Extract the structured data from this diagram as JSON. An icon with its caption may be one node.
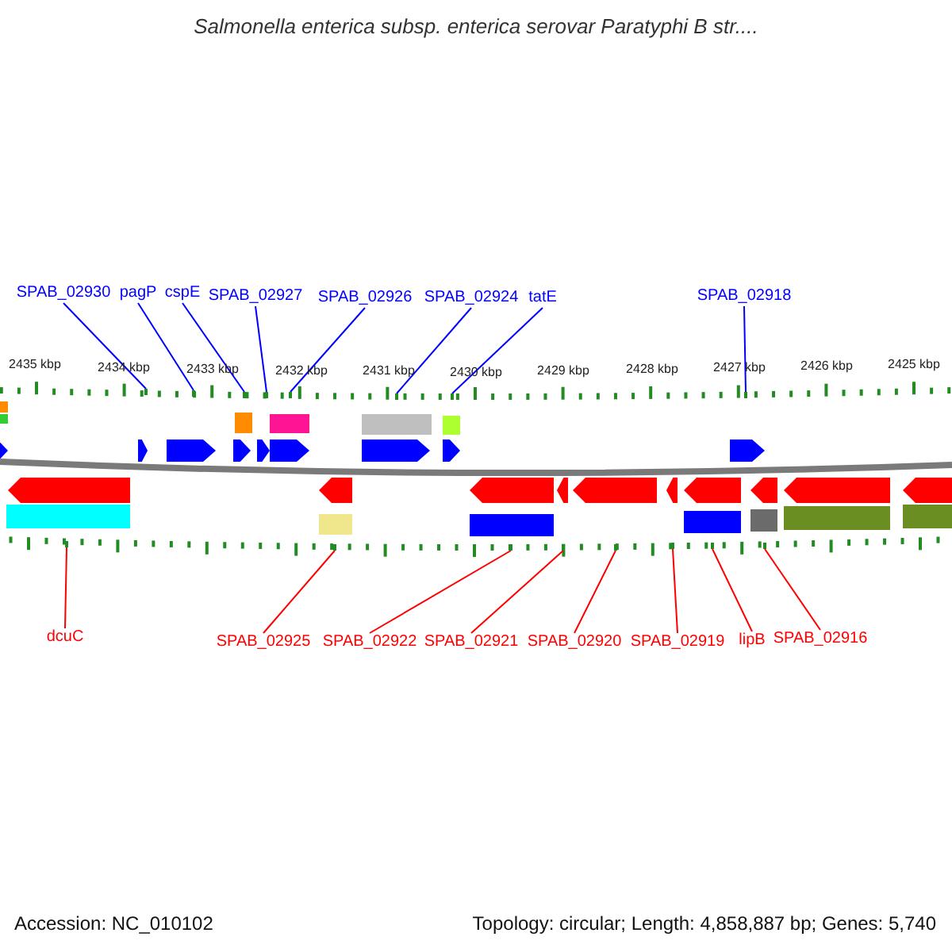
{
  "diagram": {
    "title": "Salmonella enterica subsp. enterica serovar Paratyphi B str....",
    "nodes": [
      {
        "text": [
          "SPAB_02930"
        ]
      },
      {
        "text": [
          "pagP"
        ]
      },
      {
        "text": [
          "cspE"
        ]
      },
      {
        "text": [
          "SPAB_02927"
        ]
      },
      {
        "text": [
          "SPAB_02926"
        ]
      },
      {
        "text": [
          "SPAB_02924"
        ]
      },
      {
        "text": [
          "tatE"
        ]
      },
      {
        "text": [
          "SPAB_02918"
        ]
      },
      {
        "text": [
          "dcuC"
        ]
      },
      {
        "text": [
          "SPAB_02925"
        ]
      },
      {
        "text": [
          "SPAB_02922"
        ]
      },
      {
        "text": [
          "SPAB_02921"
        ]
      },
      {
        "text": [
          "SPAB_02920"
        ]
      },
      {
        "text": [
          "SPAB_02919"
        ]
      },
      {
        "text": [
          "lipB"
        ]
      },
      {
        "text": [
          "SPAB_02916"
        ]
      },
      {
        "text": [],
        "shape": "bar"
      },
      {
        "text": [],
        "shape": "bar"
      },
      {
        "text": [],
        "shape": "bar"
      },
      {
        "text": [],
        "shape": "bar"
      },
      {
        "text": [],
        "shape": "bar"
      },
      {
        "text": [],
        "shape": "bar"
      },
      {
        "text": [],
        "shape": "bar"
      },
      {
        "text": [],
        "shape": "bar"
      },
      {
        "text": [],
        "shape": "bar"
      },
      {
        "text": [],
        "shape": "bar"
      },
      {
        "text": [],
        "shape": "bar"
      },
      {
        "text": [],
        "shape": "bar"
      },
      {
        "text": [],
        "shape": "bar"
      },
      {
        "text": [],
        "shape": "bar"
      },
      {
        "text": [],
        "shape": "bar"
      },
      {
        "text": [],
        "shape": "bar"
      }
    ],
    "edges": [
      {
        "from": 0,
        "to": 16,
        "arrow": "none"
      },
      {
        "from": 1,
        "to": 17,
        "arrow": "none"
      },
      {
        "from": 2,
        "to": 18,
        "arrow": "none"
      },
      {
        "from": 3,
        "to": 19,
        "arrow": "none"
      },
      {
        "from": 4,
        "to": 20,
        "arrow": "none"
      },
      {
        "from": 5,
        "to": 21,
        "arrow": "none"
      },
      {
        "from": 6,
        "to": 22,
        "arrow": "none"
      },
      {
        "from": 7,
        "to": 23,
        "arrow": "none"
      },
      {
        "from": 8,
        "to": 24,
        "arrow": "none",
        "color": "#ff0000"
      },
      {
        "from": 9,
        "to": 25,
        "arrow": "none",
        "color": "#ff0000"
      },
      {
        "from": 10,
        "to": 26,
        "arrow": "none",
        "color": "#ff0000"
      },
      {
        "from": 11,
        "to": 27,
        "arrow": "none",
        "color": "#ff0000"
      },
      {
        "from": 12,
        "to": 28,
        "arrow": "none",
        "color": "#ff0000"
      },
      {
        "from": 13,
        "to": 29,
        "arrow": "none",
        "color": "#ff0000"
      },
      {
        "from": 14,
        "to": 30,
        "arrow": "none",
        "color": "#ff0000"
      },
      {
        "from": 15,
        "to": 31,
        "arrow": "none",
        "color": "#ff0000"
      }
    ],
    "labels": [
      "2435 kbp",
      "2434 kbp",
      "2433 kbp",
      "2432 kbp",
      "2431 kbp",
      "2430 kbp",
      "2429 kbp",
      "2428 kbp",
      "2427 kbp",
      "2426 kbp",
      "2425 kbp",
      "Accession: NC_010102",
      "Topology: circular; Length: 4,858,887 bp; Genes: 5,740"
    ]
  }
}
